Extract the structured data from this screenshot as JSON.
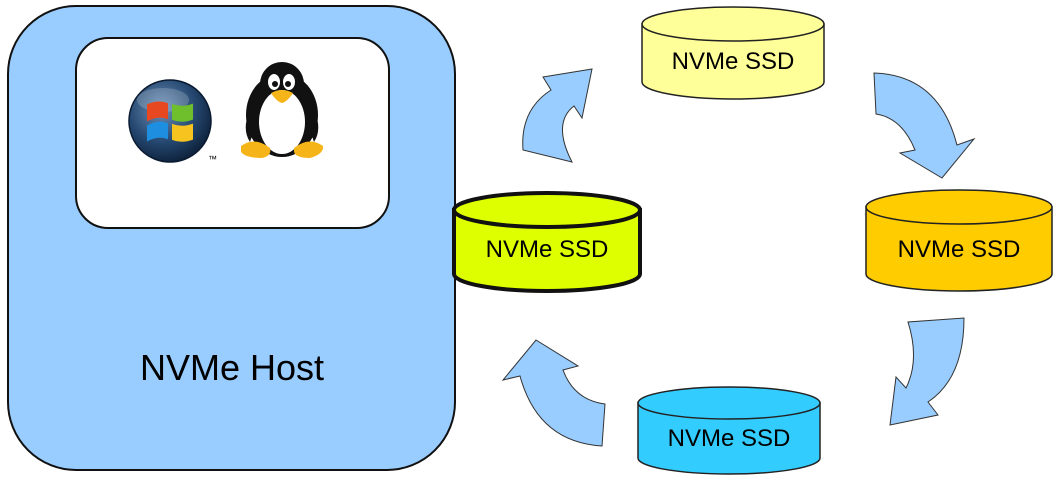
{
  "host": {
    "label": "NVMe Host",
    "color": "#99ccff",
    "os_icons": [
      "windows-logo",
      "linux-tux"
    ],
    "windows_trademark": "™"
  },
  "drives": [
    {
      "id": "attached",
      "label": "NVMe SSD",
      "color": "#ddff00",
      "bold_outline": true
    },
    {
      "id": "top",
      "label": "NVMe SSD",
      "color": "#ffff99"
    },
    {
      "id": "right",
      "label": "NVMe SSD",
      "color": "#ffcc00"
    },
    {
      "id": "bottom",
      "label": "NVMe SSD",
      "color": "#33ccff"
    }
  ],
  "arrows": {
    "color": "#99ccff",
    "direction": "clockwise",
    "names": [
      "upper-left-arrow",
      "upper-right-arrow",
      "lower-right-arrow",
      "lower-left-arrow"
    ]
  }
}
